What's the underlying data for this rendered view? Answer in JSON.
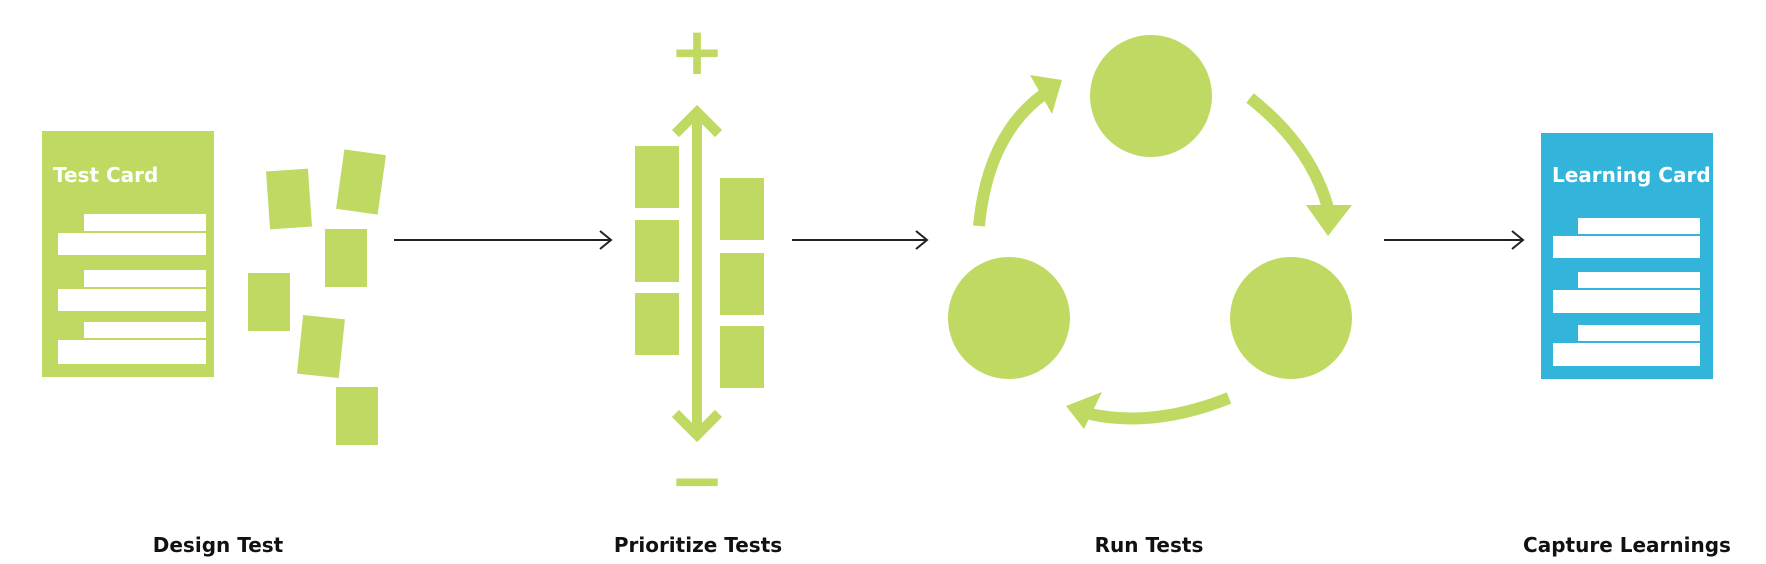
{
  "colors": {
    "green": "#bfd962",
    "blue": "#33b5db",
    "line": "#222222",
    "white": "#ffffff",
    "text": "#111111"
  },
  "cards": {
    "test_card_title": "Test Card",
    "learning_card_title": "Learning Card"
  },
  "priority": {
    "plus": "+",
    "minus": "−"
  },
  "steps": [
    {
      "label": "Design Test"
    },
    {
      "label": "Prioritize Tests"
    },
    {
      "label": "Run Tests"
    },
    {
      "label": "Capture Learnings"
    }
  ]
}
